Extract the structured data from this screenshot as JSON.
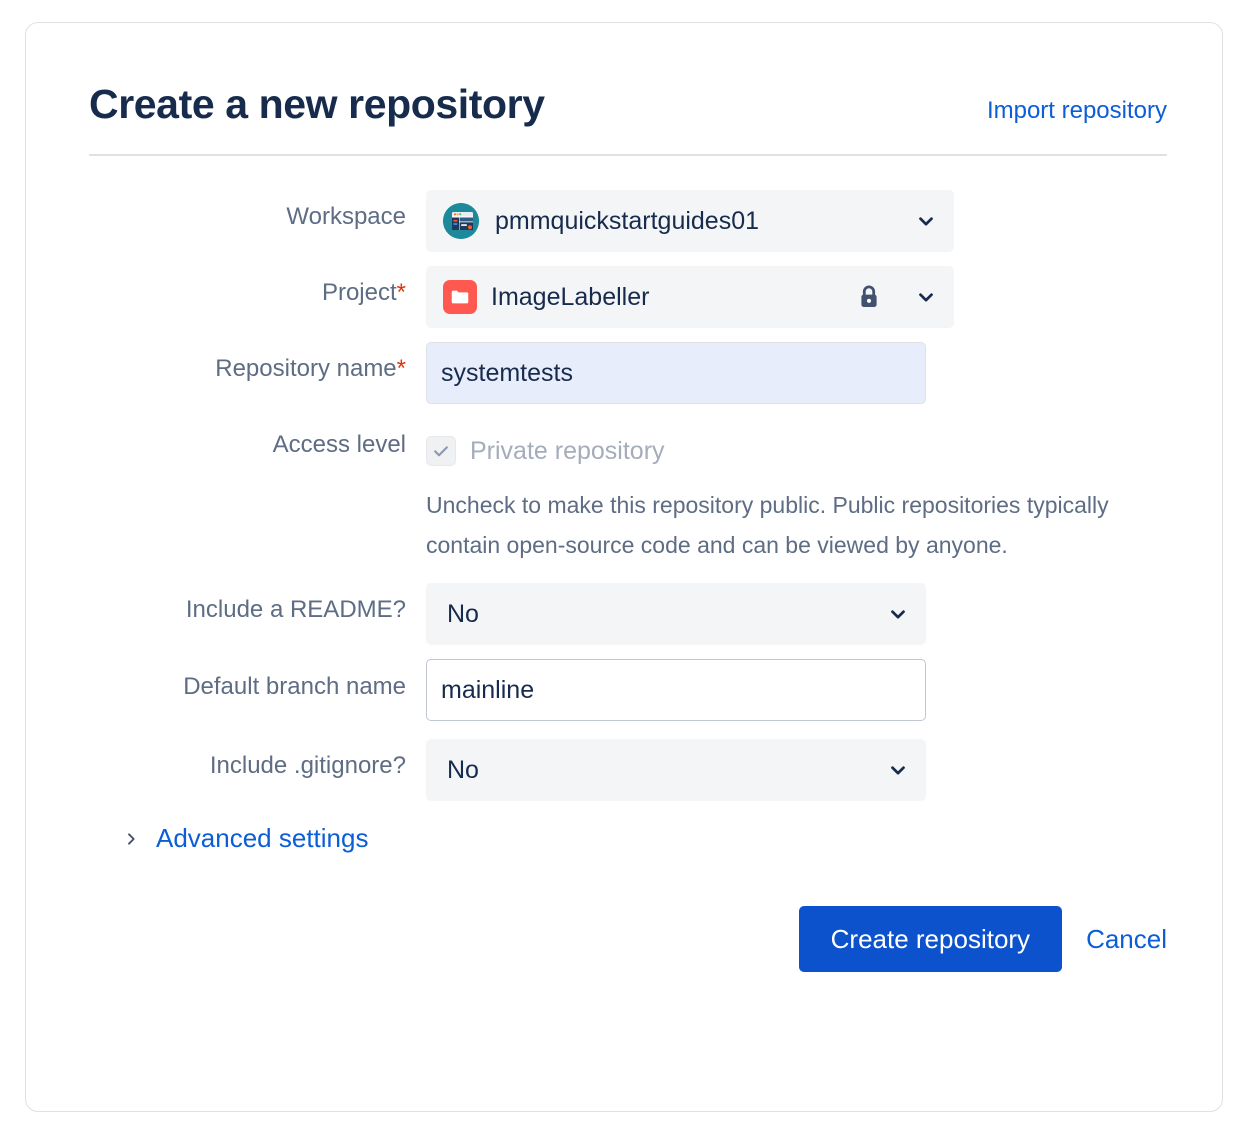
{
  "header": {
    "title": "Create a new repository",
    "import_link": "Import repository"
  },
  "form": {
    "workspace": {
      "label": "Workspace",
      "value": "pmmquickstartguides01",
      "avatar_icon": "workspace-avatar-icon",
      "chevron_icon": "chevron-down-icon"
    },
    "project": {
      "label": "Project",
      "required_mark": "*",
      "value": "ImageLabeller",
      "project_icon": "folder-icon",
      "lock_icon": "lock-icon",
      "chevron_icon": "chevron-down-icon"
    },
    "repository_name": {
      "label": "Repository name",
      "required_mark": "*",
      "value": "systemtests",
      "placeholder": ""
    },
    "access_level": {
      "label": "Access level",
      "checkbox_label": "Private repository",
      "checked": true,
      "check_icon": "check-icon",
      "help_text": "Uncheck to make this repository public. Public repositories typically contain open-source code and can be viewed by anyone."
    },
    "include_readme": {
      "label": "Include a README?",
      "value": "No",
      "chevron_icon": "chevron-down-icon"
    },
    "default_branch": {
      "label": "Default branch name",
      "value": "mainline",
      "placeholder": ""
    },
    "include_gitignore": {
      "label": "Include .gitignore?",
      "value": "No",
      "chevron_icon": "chevron-down-icon"
    },
    "advanced_settings": {
      "label": "Advanced settings",
      "caret_icon": "chevron-right-icon",
      "expanded": false
    }
  },
  "footer": {
    "submit_label": "Create repository",
    "cancel_label": "Cancel"
  },
  "colors": {
    "primary_blue": "#0B52CC",
    "link_blue": "#0B5ED7",
    "title_navy": "#172B4D",
    "label_gray": "#5E6C84",
    "required_red": "#DE350B",
    "field_bg": "#F4F5F7",
    "autofill_bg": "#E8EDFB",
    "border_gray": "#DFE1E6",
    "project_icon_red": "#FF5851",
    "workspace_avatar_teal": "#1C8A9B"
  }
}
